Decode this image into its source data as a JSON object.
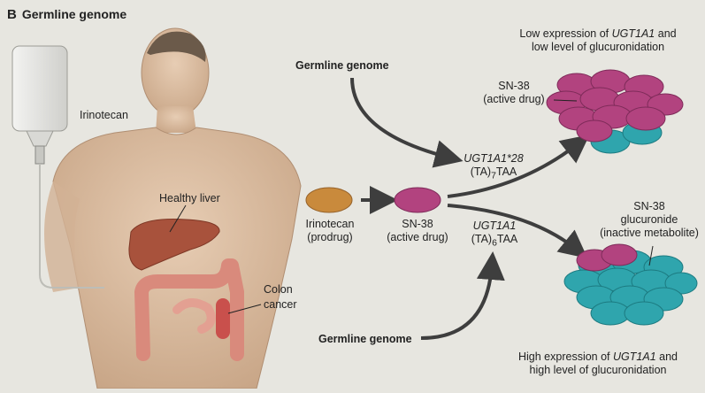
{
  "panel": {
    "letter": "B",
    "title": "Germline genome"
  },
  "labels": {
    "irinotecan_bag": "Irinotecan",
    "healthy_liver": "Healthy liver",
    "colon_cancer_line1": "Colon",
    "colon_cancer_line2": "cancer",
    "germline_top": "Germline genome",
    "germline_bottom": "Germline genome",
    "prodrug_line1": "Irinotecan",
    "prodrug_line2": "(prodrug)",
    "active_center_line1": "SN-38",
    "active_center_line2": "(active drug)",
    "allele28_name": "UGT1A1*28",
    "allele28_seq_pre": "(TA)",
    "allele28_seq_sub": "7",
    "allele28_seq_post": "TAA",
    "allele1_name": "UGT1A1",
    "allele1_seq_pre": "(TA)",
    "allele1_seq_sub": "6",
    "allele1_seq_post": "TAA",
    "low_line1_pre": "Low expression of ",
    "low_line1_gene": "UGT1A1",
    "low_line1_post": " and",
    "low_line2": "low level of glucuronidation",
    "sn38_top_line1": "SN-38",
    "sn38_top_line2": "(active drug)",
    "gluc_line1": "SN-38",
    "gluc_line2": "glucuronide",
    "gluc_line3": "(inactive metabolite)",
    "high_line1_pre": "High expression of ",
    "high_line1_gene": "UGT1A1",
    "high_line1_post": " and",
    "high_line2": "high level of glucuronidation"
  },
  "colors": {
    "background": "#e7e6e0",
    "prodrug": "#c98a3c",
    "active_drug": "#b2437f",
    "inactive_metabolite": "#2fa5ad",
    "arrow": "#3e3e3e",
    "skin": "#d8b89c",
    "liver": "#a8523c",
    "colon": "#d98a7c"
  },
  "icons": [
    "iv-bag-icon",
    "human-figure-icon",
    "liver-icon",
    "colon-icon"
  ]
}
